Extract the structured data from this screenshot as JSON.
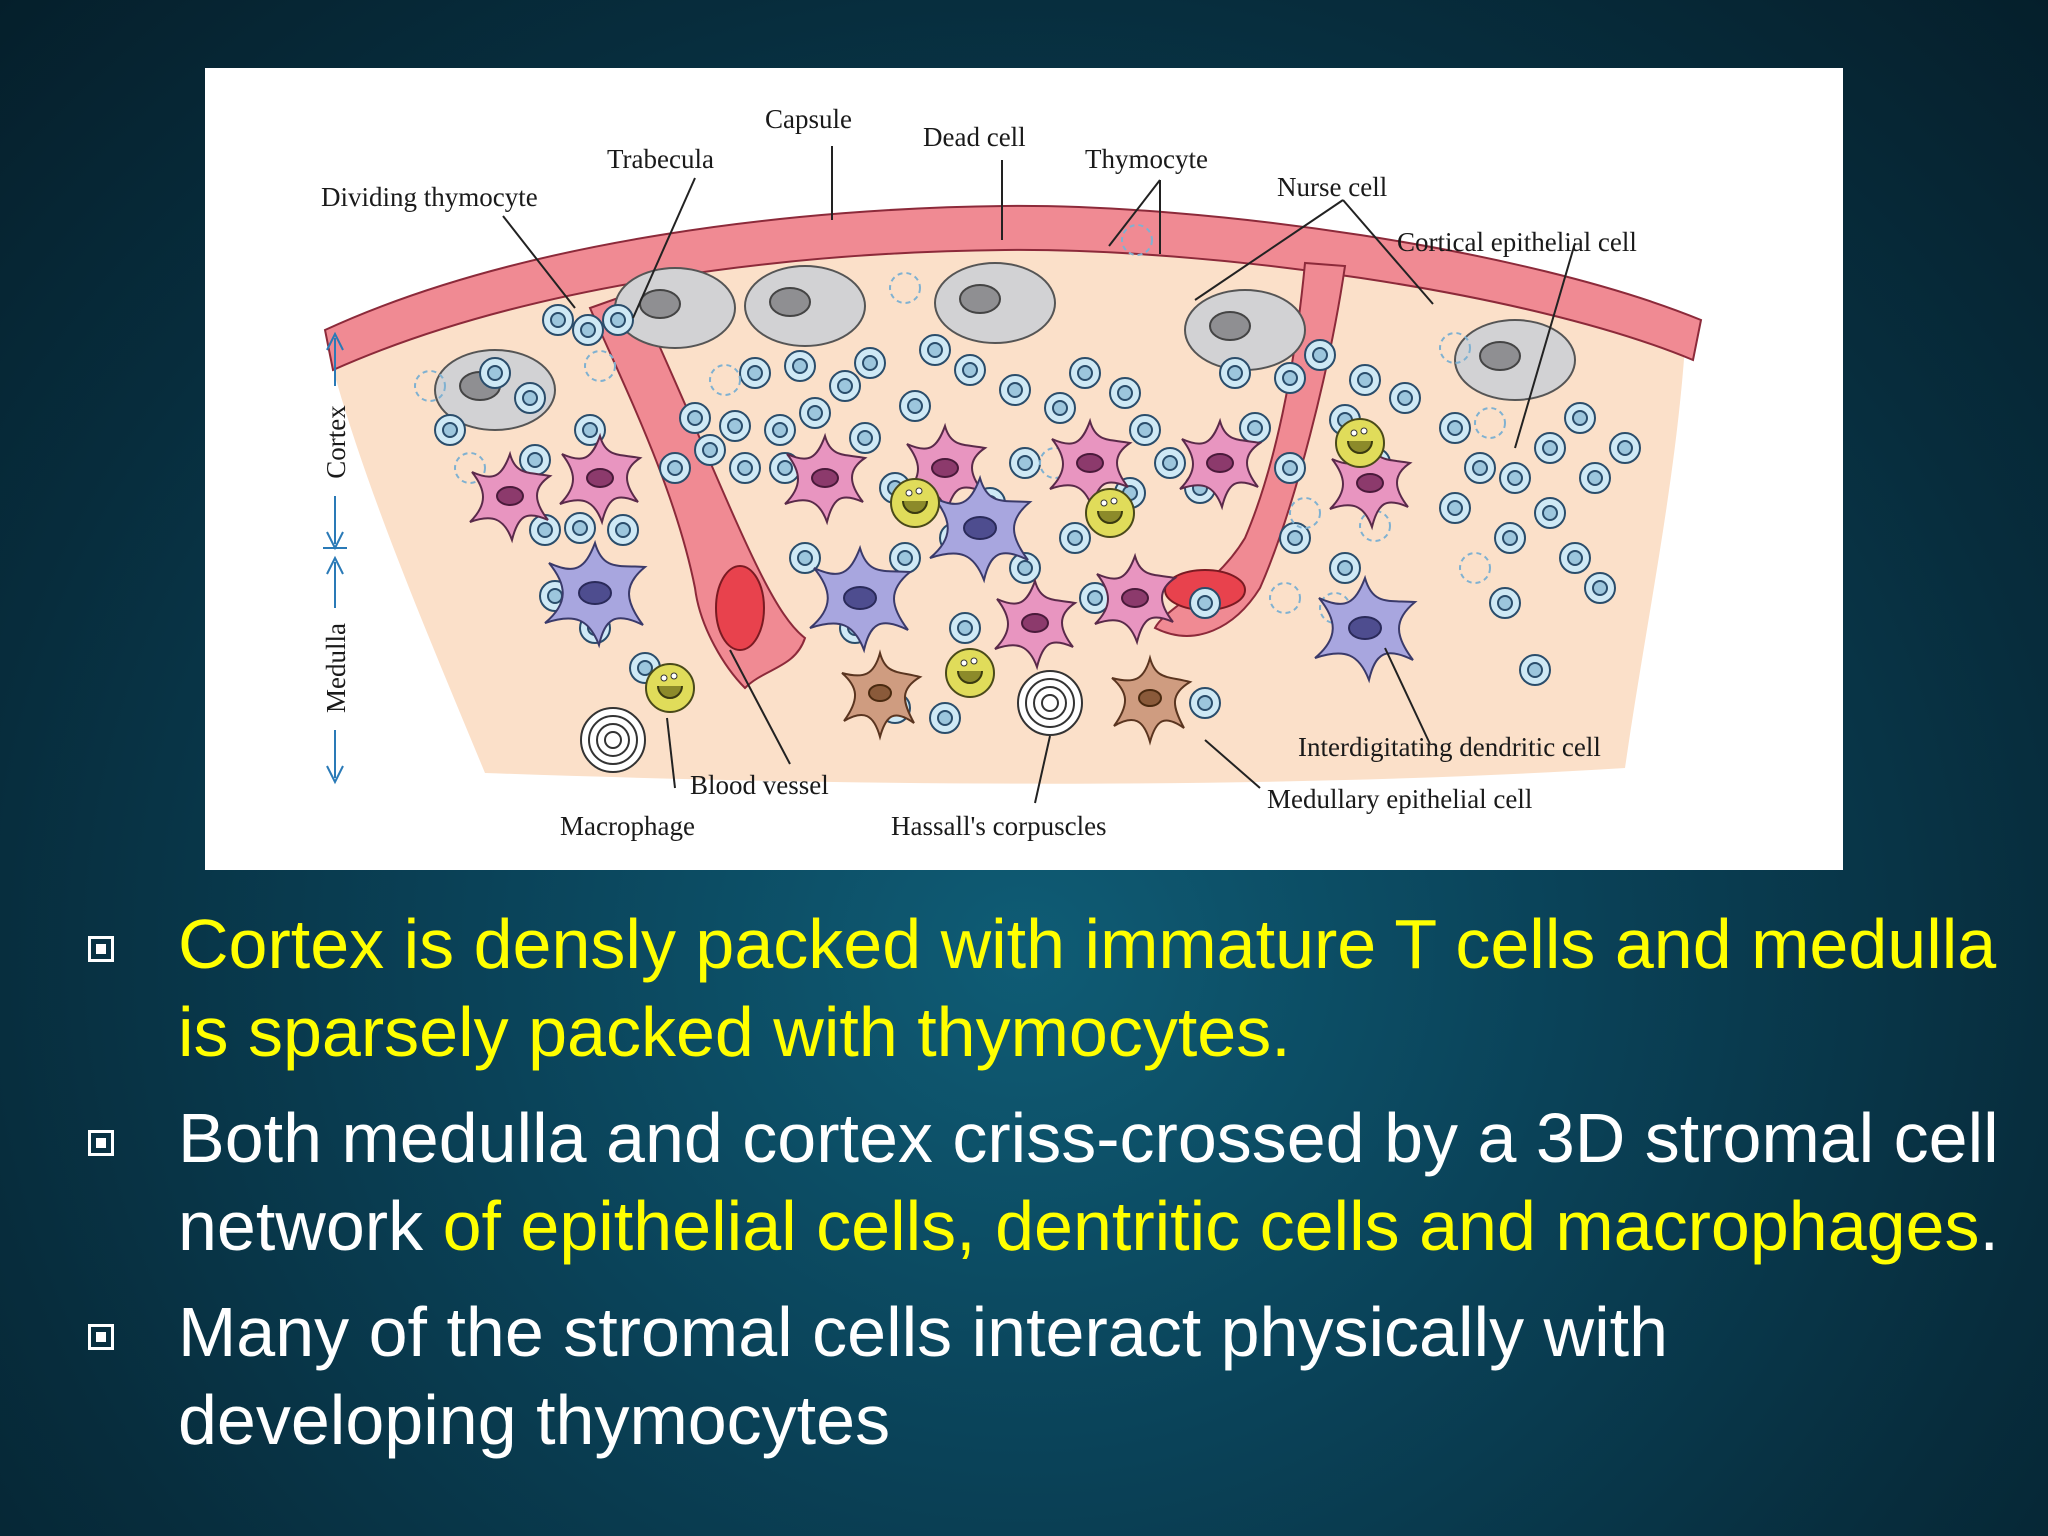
{
  "figure": {
    "labels": {
      "capsule": "Capsule",
      "dead_cell": "Dead cell",
      "trabecula": "Trabecula",
      "thymocyte": "Thymocyte",
      "dividing_thymocyte": "Dividing thymocyte",
      "nurse_cell": "Nurse cell",
      "cortical_epithelial_cell": "Cortical epithelial cell",
      "cortex": "Cortex",
      "medulla": "Medulla",
      "interdigitating_dendritic_cell": "Interdigitating dendritic cell",
      "medullary_epithelial_cell": "Medullary epithelial cell",
      "blood_vessel": "Blood vessel",
      "macrophage": "Macrophage",
      "hassalls_corpuscles": "Hassall's corpuscles"
    }
  },
  "bullets": [
    {
      "segments": [
        {
          "text": "Cortex is densly packed with immature T cells and medulla is sparsely packed with thymocytes.",
          "color": "yellow"
        }
      ]
    },
    {
      "segments": [
        {
          "text": "Both medulla and cortex criss-crossed by a 3D stromal cell network ",
          "color": "white"
        },
        {
          "text": "of epithelial cells, dentritic cells and macrophages",
          "color": "yellow"
        },
        {
          "text": ".",
          "color": "white"
        }
      ]
    },
    {
      "segments": [
        {
          "text": "Many of the stromal cells interact physically with developing thymocytes",
          "color": "white"
        }
      ]
    }
  ],
  "colors": {
    "highlight": "#ffff00",
    "text": "#ffffff",
    "capsule": "#f08a93",
    "tissue": "#fbe0c9"
  }
}
